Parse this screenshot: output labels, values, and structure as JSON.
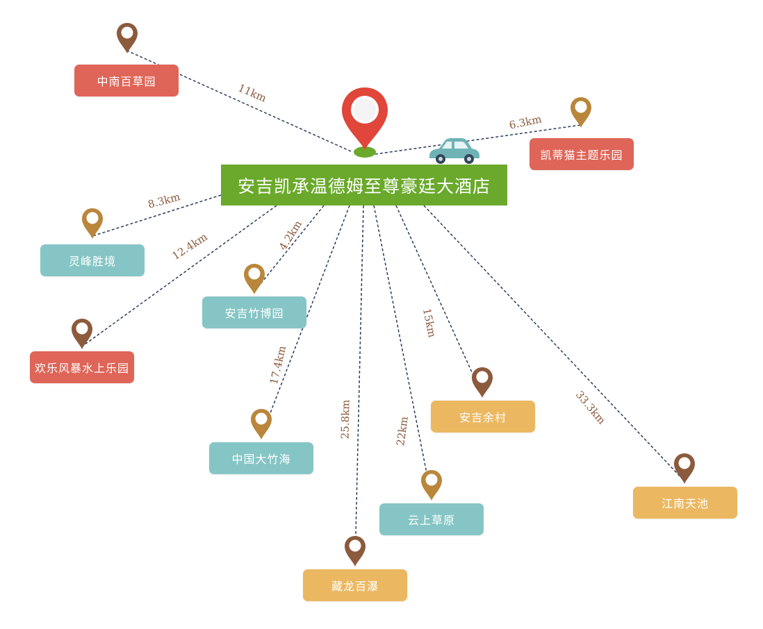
{
  "hotel": {
    "name": "安吉凯承温德姆至尊豪廷大酒店",
    "color": "#6aa92b"
  },
  "colors": {
    "red_box": "#de6558",
    "teal_box": "#86c5c5",
    "orange_box": "#ebb861",
    "pin_brown": "#8c5a3c",
    "pin_gold": "#b9863b",
    "main_pin": "#e0463a",
    "line": "#2b3a5a",
    "distance_text": "#8a5a3c",
    "car": "#6fb3b7"
  },
  "destinations": [
    {
      "name": "中南百草园",
      "distance": "11km",
      "color": "red",
      "pin": "brown"
    },
    {
      "name": "凯蒂猫主题乐园",
      "distance": "6.3km",
      "color": "red",
      "pin": "gold"
    },
    {
      "name": "灵峰胜境",
      "distance": "8.3km",
      "color": "teal",
      "pin": "gold"
    },
    {
      "name": "欢乐风暴水上乐园",
      "distance": "12.4km",
      "color": "red",
      "pin": "brown"
    },
    {
      "name": "安吉竹博园",
      "distance": "4.2km",
      "color": "teal",
      "pin": "gold"
    },
    {
      "name": "中国大竹海",
      "distance": "17.4km",
      "color": "teal",
      "pin": "gold"
    },
    {
      "name": "藏龙百瀑",
      "distance": "25.8km",
      "color": "orange",
      "pin": "brown"
    },
    {
      "name": "云上草原",
      "distance": "22km",
      "color": "teal",
      "pin": "gold"
    },
    {
      "name": "安吉余村",
      "distance": "15km",
      "color": "orange",
      "pin": "brown"
    },
    {
      "name": "江南天池",
      "distance": "33.3km",
      "color": "orange",
      "pin": "brown"
    }
  ]
}
